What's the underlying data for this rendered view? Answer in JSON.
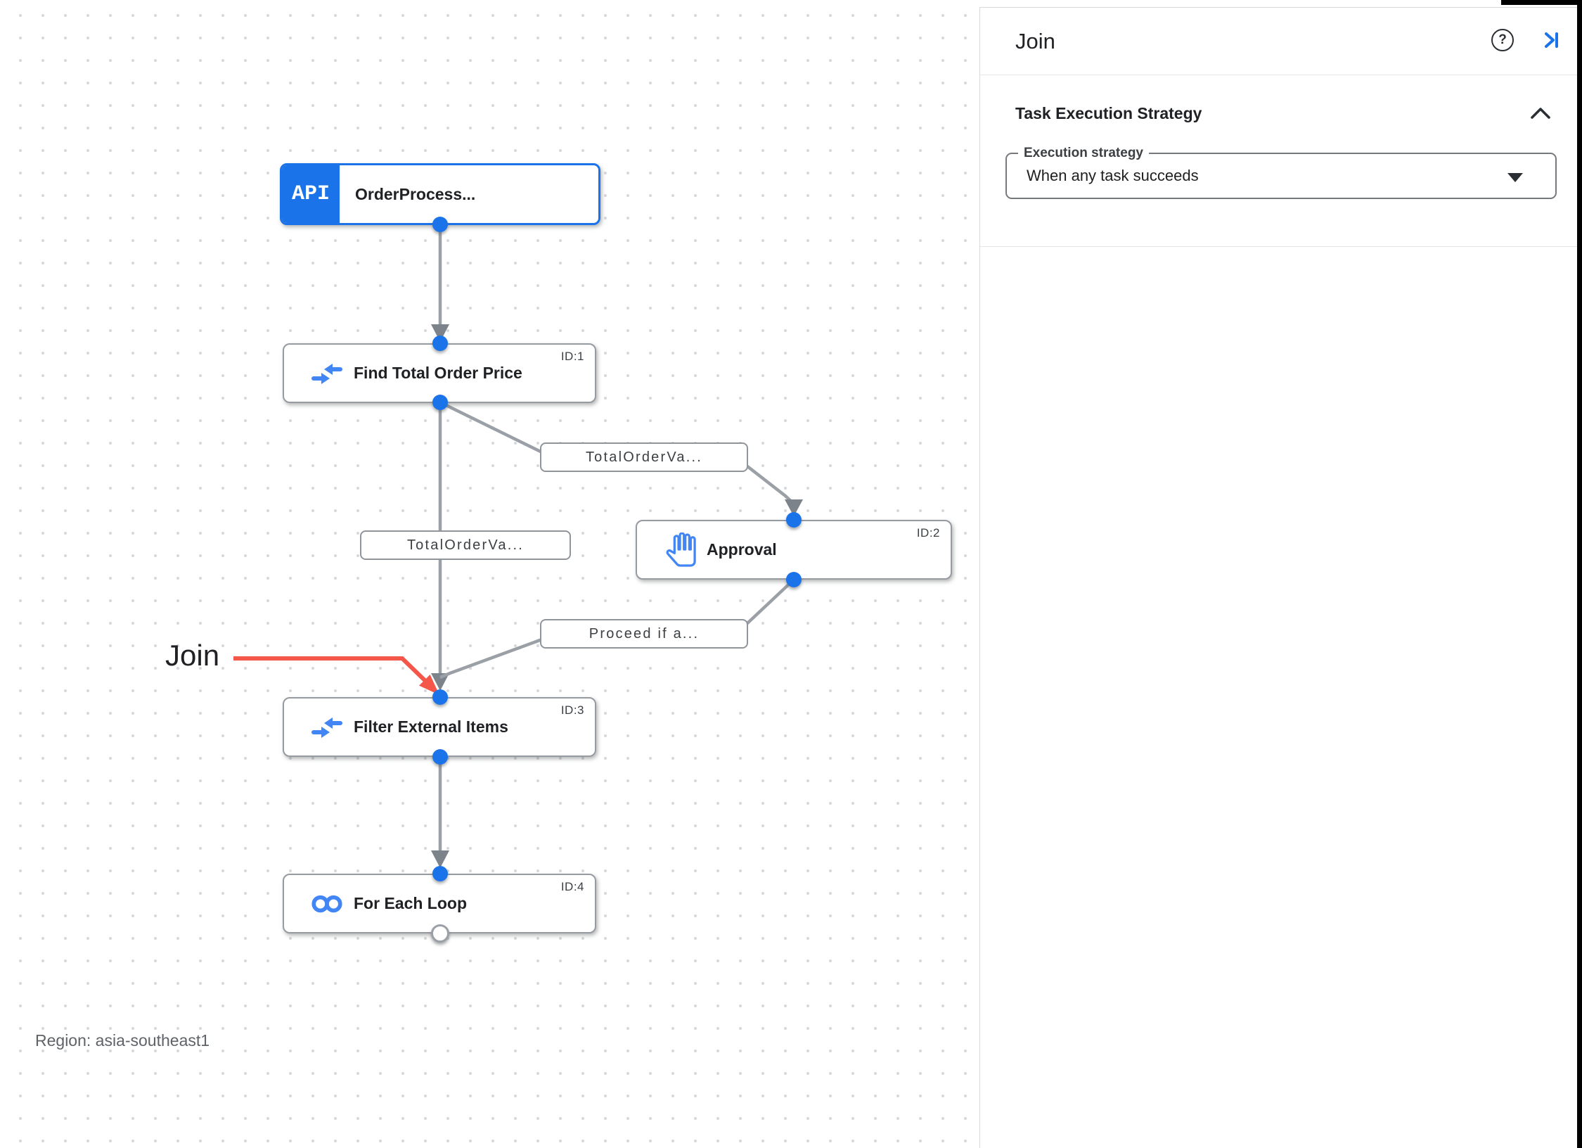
{
  "panel": {
    "title": "Join",
    "help_icon": "help-circle",
    "collapse_icon": "collapse-panel-right",
    "section": {
      "title": "Task Execution Strategy",
      "execution_label": "Execution strategy",
      "execution_value": "When any task succeeds"
    }
  },
  "canvas": {
    "annotation_label": "Join",
    "region_label": "Region: asia-southeast1",
    "nodes": [
      {
        "title": "OrderProcess...",
        "badge": "API",
        "id_label": "",
        "icon": "api-trigger"
      },
      {
        "title": "Find Total Order Price",
        "id_label": "ID:1",
        "icon": "data-mapping"
      },
      {
        "title": "Approval",
        "id_label": "ID:2",
        "icon": "approval-hand"
      },
      {
        "title": "Filter External Items",
        "id_label": "ID:3",
        "icon": "data-mapping"
      },
      {
        "title": "For Each Loop",
        "id_label": "ID:4",
        "icon": "for-each-loop"
      }
    ],
    "edge_labels": [
      {
        "text": "TotalOrderVa..."
      },
      {
        "text": "TotalOrderVa..."
      },
      {
        "text": "Proceed if a..."
      }
    ]
  },
  "colors": {
    "accent_blue": "#1a73e8",
    "icon_blue": "#4285f4",
    "edge_gray": "#9aa0a6",
    "annotation_red": "#f4564a",
    "text": "#202124"
  }
}
